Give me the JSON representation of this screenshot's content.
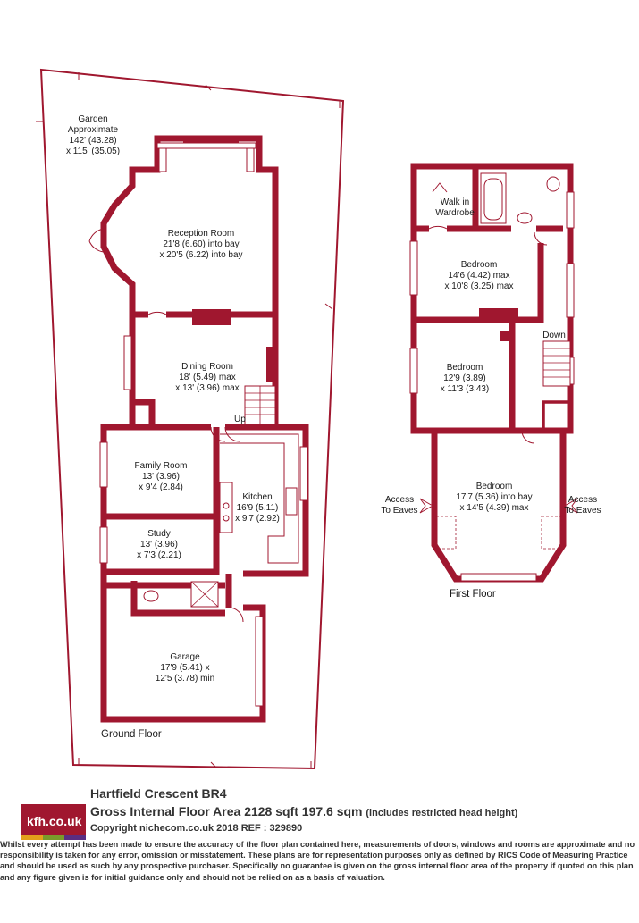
{
  "garden": {
    "title": "Garden",
    "line2": "Approximate",
    "line3": "142' (43.28)",
    "line4": "x 115' (35.05)"
  },
  "ground_floor": {
    "label": "Ground Floor",
    "rooms": {
      "reception": {
        "name": "Reception Room",
        "dim1": "21'8 (6.60) into bay",
        "dim2": "x 20'5 (6.22) into bay"
      },
      "dining": {
        "name": "Dining Room",
        "dim1": "18' (5.49) max",
        "dim2": "x 13' (3.96) max"
      },
      "up": "Up",
      "family": {
        "name": "Family Room",
        "dim1": "13' (3.96)",
        "dim2": "x 9'4 (2.84)"
      },
      "kitchen": {
        "name": "Kitchen",
        "dim1": "16'9 (5.11)",
        "dim2": "x 9'7 (2.92)"
      },
      "study": {
        "name": "Study",
        "dim1": "13' (3.96)",
        "dim2": "x 7'3 (2.21)"
      },
      "garage": {
        "name": "Garage",
        "dim1": "17'9 (5.41) x",
        "dim2": "12'5 (3.78) min"
      }
    }
  },
  "first_floor": {
    "label": "First Floor",
    "rooms": {
      "walkin": {
        "line1": "Walk in",
        "line2": "Wardrobe"
      },
      "bed1": {
        "name": "Bedroom",
        "dim1": "14'6 (4.42) max",
        "dim2": "x 10'8 (3.25) max"
      },
      "down": "Down",
      "bed2": {
        "name": "Bedroom",
        "dim1": "12'9 (3.89)",
        "dim2": "x 11'3 (3.43)"
      },
      "bed3": {
        "name": "Bedroom",
        "dim1": "17'7 (5.36) into bay",
        "dim2": "x 14'5 (4.39) max"
      },
      "eaves_left": {
        "line1": "Access",
        "line2": "To Eaves"
      },
      "eaves_right": {
        "line1": "Access",
        "line2": "To Eaves"
      }
    }
  },
  "footer": {
    "logo": "kfh.co.uk",
    "address": "Hartfield Crescent  BR4",
    "area": "Gross Internal Floor Area 2128 sqft 197.6 sqm",
    "area_note": "(includes restricted head height)",
    "copyright": "Copyright nichecom.co.uk 2018 REF : 329890",
    "disclaimer": "Whilst every attempt has been made to ensure the accuracy of the floor plan contained here, measurements of doors, windows and rooms are approximate and no responsibility is taken for any error, omission or misstatement.  These plans are for representation purposes only as defined by RICS Code of Measuring Practice and should be used as such by any prospective purchaser.  Specifically no guarantee is given on the gross internal floor area of the property if quoted on this plan and any figure given is for initial guidance only and should not be relied on as a basis of valuation."
  },
  "colors": {
    "wall": "#a0172f",
    "logo_bars": [
      "#e3a11b",
      "#7a9a2b",
      "#5a2d82"
    ]
  }
}
